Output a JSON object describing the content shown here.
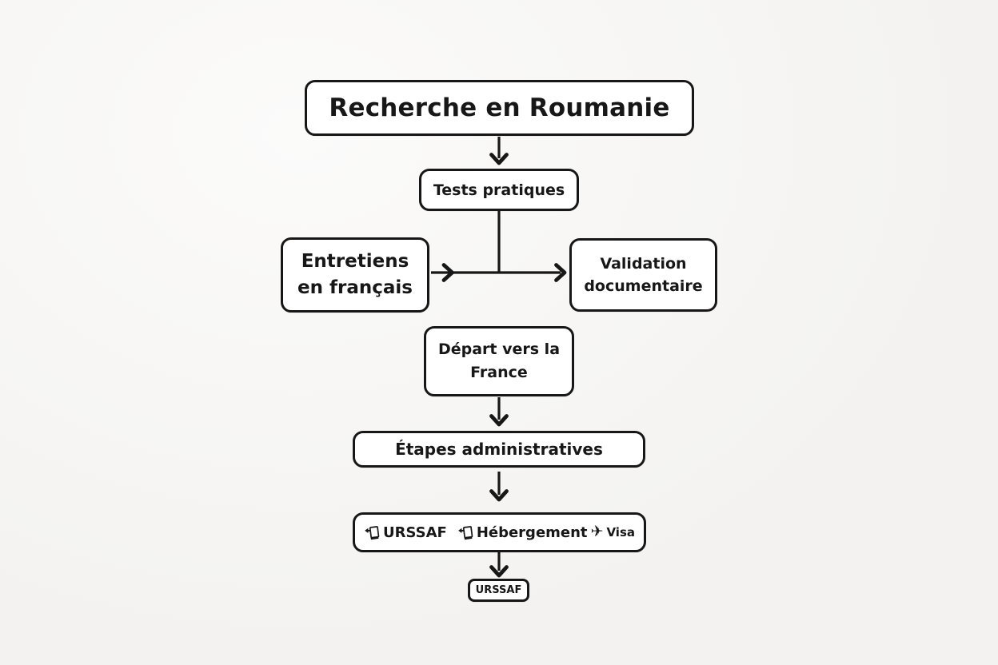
{
  "colors": {
    "background": "#f6f5f3",
    "ink": "#171717",
    "node_fill": "#ffffff"
  },
  "diagram": {
    "title": {
      "label": "Recherche en Roumanie"
    },
    "nodes": {
      "tests": {
        "label": "Tests pratiques"
      },
      "entretiens": {
        "line1": "Entretiens",
        "line2": "en français"
      },
      "validation": {
        "line1": "Validation",
        "line2": "documentaire"
      },
      "depart": {
        "line1": "Départ vers la",
        "line2": "France"
      },
      "etapes": {
        "label": "Étapes administratives"
      },
      "admin_items": {
        "urssaf": "URSSAF",
        "hebergement": "Hébergement",
        "visa": "Visa",
        "doc_icon_name": "previous-page-document-icon",
        "plane_icon_name": "airplane-icon",
        "plane_glyph": "✈"
      },
      "urssaf_final": {
        "label": "URSSAF"
      }
    }
  }
}
